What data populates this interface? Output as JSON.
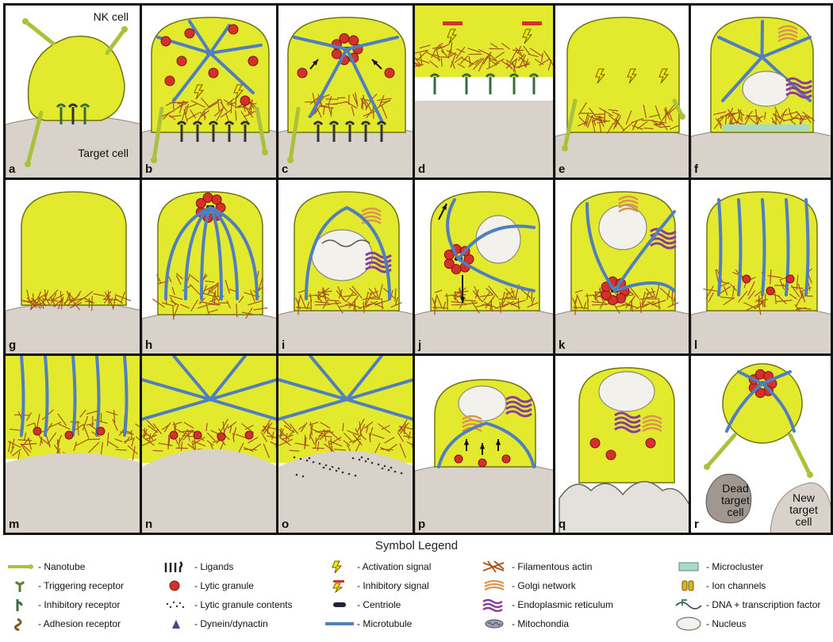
{
  "panels": [
    {
      "label": "a"
    },
    {
      "label": "b"
    },
    {
      "label": "c"
    },
    {
      "label": "d"
    },
    {
      "label": "e"
    },
    {
      "label": "f"
    },
    {
      "label": "g"
    },
    {
      "label": "h"
    },
    {
      "label": "i"
    },
    {
      "label": "j"
    },
    {
      "label": "k"
    },
    {
      "label": "l"
    },
    {
      "label": "m"
    },
    {
      "label": "n"
    },
    {
      "label": "o"
    },
    {
      "label": "p"
    },
    {
      "label": "q"
    },
    {
      "label": "r"
    }
  ],
  "cell_labels": {
    "nk_cell": "NK cell",
    "target_cell": "Target cell",
    "dead_target": "Dead target cell",
    "new_target": "New target cell"
  },
  "legend": {
    "title": "Symbol Legend",
    "items": [
      {
        "icon": "nanotube-icon",
        "label": "- Nanotube"
      },
      {
        "icon": "triggering-receptor-icon",
        "label": "- Triggering receptor"
      },
      {
        "icon": "inhibitory-receptor-icon",
        "label": "- Inhibitory receptor"
      },
      {
        "icon": "adhesion-receptor-icon",
        "label": "- Adhesion receptor"
      },
      {
        "icon": "ligands-icon",
        "label": "- Ligands"
      },
      {
        "icon": "lytic-granule-icon",
        "label": "- Lytic granule"
      },
      {
        "icon": "lytic-granule-contents-icon",
        "label": "- Lytic granule contents"
      },
      {
        "icon": "dynein-icon",
        "label": "- Dynein/dynactin"
      },
      {
        "icon": "activation-signal-icon",
        "label": "- Activation signal"
      },
      {
        "icon": "inhibitory-signal-icon",
        "label": "- Inhibitory signal"
      },
      {
        "icon": "centriole-icon",
        "label": "- Centriole"
      },
      {
        "icon": "microtubule-icon",
        "label": "- Microtubule"
      },
      {
        "icon": "actin-icon",
        "label": "- Filamentous actin"
      },
      {
        "icon": "golgi-icon",
        "label": "- Golgi network"
      },
      {
        "icon": "er-icon",
        "label": "- Endoplasmic reticulum"
      },
      {
        "icon": "mitochondria-icon",
        "label": "- Mitochondia"
      },
      {
        "icon": "microcluster-icon",
        "label": "- Microcluster"
      },
      {
        "icon": "ion-channels-icon",
        "label": "- Ion channels"
      },
      {
        "icon": "dna-icon",
        "label": "- DNA + transcription factor"
      },
      {
        "icon": "nucleus-icon",
        "label": "- Nucleus"
      }
    ]
  },
  "colors": {
    "nk": "#e3ea2e",
    "target": "#d8d2cb",
    "microtubule": "#4f7fc0",
    "granule": "#d6302a",
    "actin": "#a8541b",
    "border": "#111111"
  }
}
